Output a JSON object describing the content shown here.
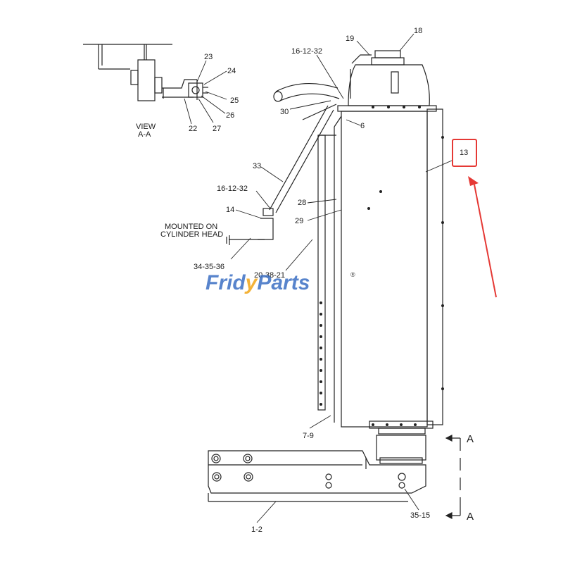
{
  "diagram": {
    "callouts": {
      "c18": "18",
      "c19": "19",
      "c16a": "16-12-32",
      "c23": "23",
      "c24": "24",
      "c25": "25",
      "c26": "26",
      "c27": "27",
      "c22": "22",
      "c30": "30",
      "c6": "6",
      "c13": "13",
      "c33": "33",
      "c16b": "16-12-32",
      "c28": "28",
      "c14": "14",
      "c29": "29",
      "c34": "34-35-36",
      "c20": "20-38-21",
      "c7": "7-9",
      "c1": "1-2",
      "c35": "35-15"
    },
    "view_label_line1": "VIEW",
    "view_label_line2": "A-A",
    "mounted_line1": "MOUNTED ON",
    "mounted_line2": "CYLINDER HEAD",
    "section_marker_top": "A",
    "section_marker_bottom": "A"
  },
  "watermark": {
    "part1": "Frid",
    "part2": "y",
    "part3": "Parts",
    "reg": "®",
    "color_blue": "#3b6fc4",
    "color_orange": "#f2a516"
  },
  "highlight": {
    "color": "#e53935"
  }
}
